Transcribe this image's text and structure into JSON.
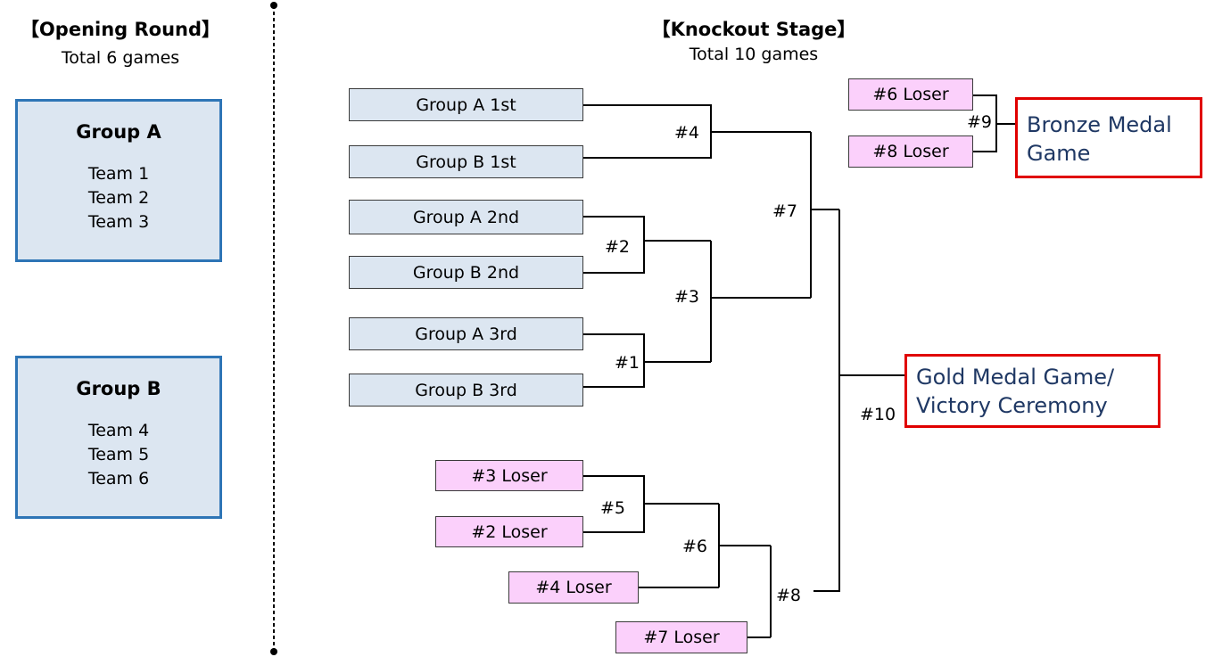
{
  "opening": {
    "heading": "【Opening Round】",
    "subtitle": "Total 6 games",
    "groups": [
      {
        "title": "Group A",
        "teams": [
          "Team 1",
          "Team 2",
          "Team 3"
        ]
      },
      {
        "title": "Group B",
        "teams": [
          "Team 4",
          "Team 5",
          "Team 6"
        ]
      }
    ]
  },
  "knockout": {
    "heading": "【Knockout Stage】",
    "subtitle": "Total 10 games",
    "entries": {
      "a1": "Group A 1st",
      "b1": "Group B 1st",
      "a2": "Group A 2nd",
      "b2": "Group B 2nd",
      "a3": "Group A 3rd",
      "b3": "Group B 3rd",
      "l3": "#3 Loser",
      "l2": "#2 Loser",
      "l4": "#4 Loser",
      "l7": "#7 Loser",
      "l6": "#6 Loser",
      "l8": "#8 Loser"
    },
    "games": {
      "g1": "#1",
      "g2": "#2",
      "g3": "#3",
      "g4": "#4",
      "g5": "#5",
      "g6": "#6",
      "g7": "#7",
      "g8": "#8",
      "g9": "#9",
      "g10": "#10"
    },
    "finals": {
      "bronze_line1": "Bronze Medal",
      "bronze_line2": "Game",
      "gold_line1": "Gold Medal Game/",
      "gold_line2": "Victory Ceremony"
    }
  },
  "colors": {
    "group_fill": "#dce6f1",
    "group_border": "#2e75b6",
    "loser_fill": "#fbd0fb",
    "final_border": "#e00000",
    "final_text": "#1f3864"
  }
}
